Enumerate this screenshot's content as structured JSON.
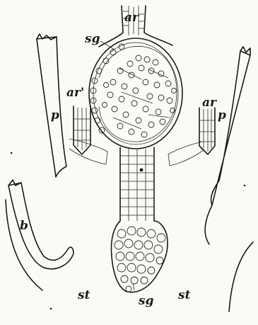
{
  "colors": {
    "ink": "#1a1a1a",
    "paper": "#fafaf6"
  },
  "labels": {
    "ar_top": "ar",
    "sg_top": "sg",
    "ar_left": "ar'",
    "ar_right": "ar",
    "p_left": "p",
    "p_right": "p",
    "b": "b",
    "st_left": "st",
    "sg_bottom": "sg",
    "st_right": "st"
  }
}
